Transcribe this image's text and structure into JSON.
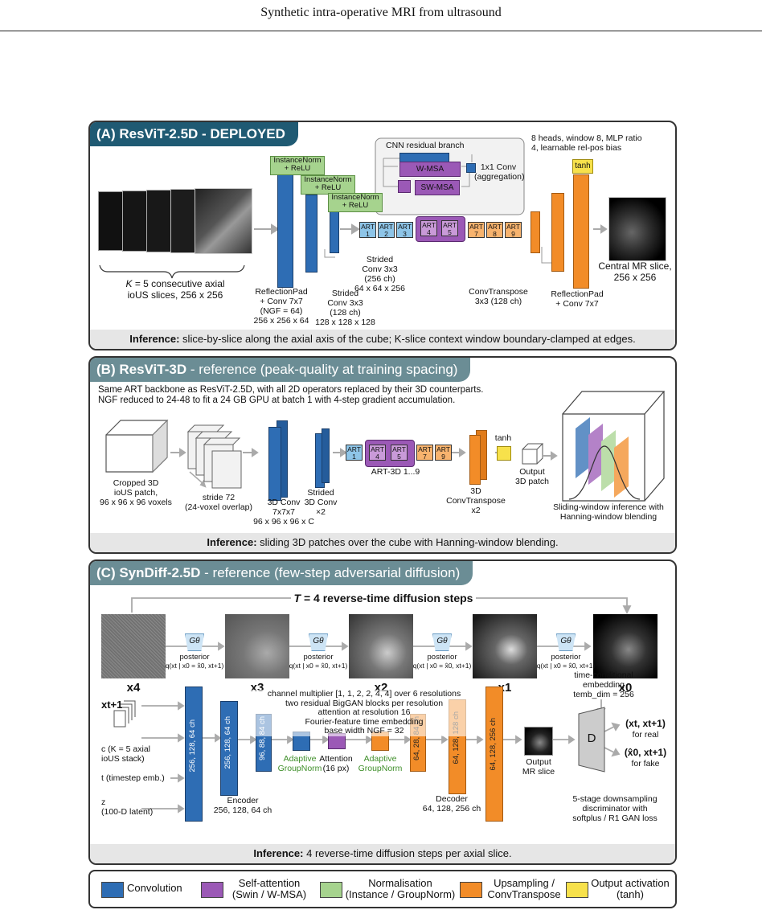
{
  "header": {
    "title": "Synthetic intra-operative MRI from ultrasound"
  },
  "panelA": {
    "tab_letter": "(A)",
    "tab_title": "ResViT-2.5D - DEPLOYED",
    "norm1": "InstanceNorm\n+ ReLU",
    "norm2": "InstanceNorm\n+ ReLU",
    "norm3": "InstanceNorm\n+ ReLU",
    "tanh": "tanh",
    "cnn_branch": "CNN residual branch",
    "wmsa": "W-MSA",
    "swmsa": "SW-MSA",
    "conv1x1": "1x1 Conv\n(aggregation)",
    "heads_note": "8 heads, window 8, MLP ratio\n4, learnable rel-pos bias",
    "art_blocks": [
      "ART\n1",
      "ART\n2",
      "ART\n3",
      "ART\n4",
      "ART\n5",
      "ART\n7",
      "ART\n8",
      "ART\n9"
    ],
    "input_k": "K",
    "input_label": "= 5 consecutive axial\nioUS slices, 256 x 256",
    "enc1": "ReflectionPad\n+ Conv 7x7\n(NGF = 64)\n256 x 256 x 64",
    "enc2": "Strided\nConv 3x3\n(128 ch)\n128 x 128 x 128",
    "enc3": "Strided\nConv 3x3\n(256 ch)\n64 x 64 x 256",
    "dec1": "ConvTranspose\n3x3 (128 ch)",
    "dec2": "ReflectionPad\n+ Conv 7x7",
    "output": "Central MR slice,\n256 x 256",
    "inference_label": "Inference:",
    "inference_text": " slice-by-slice along the axial axis of the cube; K-slice context window boundary-clamped at edges."
  },
  "panelB": {
    "tab_letter": "(B)",
    "tab_title": "ResViT-3D",
    "tab_sub": " - reference (peak-quality at training spacing)",
    "desc": "Same ART backbone as ResViT-2.5D, with all 2D operators replaced by their 3D counterparts.\nNGF reduced to 24-48 to fit a 24 GB GPU at batch 1 with 4-step gradient accumulation.",
    "crop": "Cropped 3D\nioUS patch,\n96 x 96 x 96 voxels",
    "stride": "stride 72\n(24-voxel overlap)",
    "conv3d": "3D Conv\n7x7x7\n96 x 96 x 96 x C",
    "strided3d": "Strided\n3D Conv\n×2",
    "art_blocks": [
      "ART\n1",
      "ART\n4",
      "ART\n5",
      "ART\n7",
      "ART\n9"
    ],
    "art3d": "ART-3D 1...9",
    "convT3d": "3D\nConvTranspose\nx2",
    "tanh": "tanh",
    "out3d": "Output\n3D patch",
    "sliding": "Sliding-window inference with\nHanning-window blending",
    "inference_label": "Inference:",
    "inference_text": " sliding 3D patches over the cube with Hanning-window blending."
  },
  "panelC": {
    "tab_letter": "(C)",
    "tab_title": "SynDiff-2.5D",
    "tab_sub": " - reference (few-step adversarial diffusion)",
    "steps_T": "T",
    "steps_text": " = 4 reverse-time diffusion steps",
    "g_label": "Gθ",
    "posterior": "posterior",
    "posterior_formula": "q(xt | x0 = x̂0, xt+1)",
    "states": [
      "x4",
      "x3",
      "x2",
      "x1",
      "x0"
    ],
    "in_xt1": "xt+1",
    "in_c": "c (K = 5 axial\nioUS stack)",
    "in_t": "t (timestep emb.)",
    "in_z": "z\n(100-D latent)",
    "enc_bars": [
      "256, 128, 64 ch",
      "256, 128, 64 ch",
      "96, 88, 84 ch"
    ],
    "dec_bars": [
      "64, 28, 84 ch",
      "64, 128, 128 ch",
      "64, 128, 256 ch"
    ],
    "encoder": "Encoder\n256, 128, 64 ch",
    "decoder": "Decoder\n64, 128, 256 ch",
    "adaptive1": "Adaptive\nGroupNorm",
    "adaptive2": "Adaptive\nGroupNorm",
    "attention": "Attention\n(16 px)",
    "unet_notes": "channel multiplier [1, 1, 2, 2, 4, 4] over 6 resolutions\ntwo residual BigGAN blocks per resolution\nattention at resolution 16\nFourier-feature time embedding\nbase width NGF = 32",
    "output_slice": "Output\nMR slice",
    "time_emb": "time-conditional\nembedding\ntemb_dim = 256",
    "disc": "D",
    "real_pair": "(xt, xt+1)",
    "real": "for real",
    "fake_pair": "(x̂0, xt+1)",
    "fake": "for fake",
    "disc_desc": "5-stage downsampling\ndiscriminator with\nsoftplus / R1 GAN loss",
    "inference_label": "Inference:",
    "inference_text": " 4 reverse-time diffusion steps per axial slice."
  },
  "legend": {
    "items": [
      {
        "label": "Convolution",
        "color": "#2e6db4"
      },
      {
        "label": "Self-attention\n(Swin / W-MSA)",
        "color": "#9b59b6"
      },
      {
        "label": "Normalisation\n(Instance / GroupNorm)",
        "color": "#a6d38e"
      },
      {
        "label": "Upsampling /\nConvTranspose",
        "color": "#f28c28"
      },
      {
        "label": "Output activation\n(tanh)",
        "color": "#f7e14b"
      }
    ]
  }
}
